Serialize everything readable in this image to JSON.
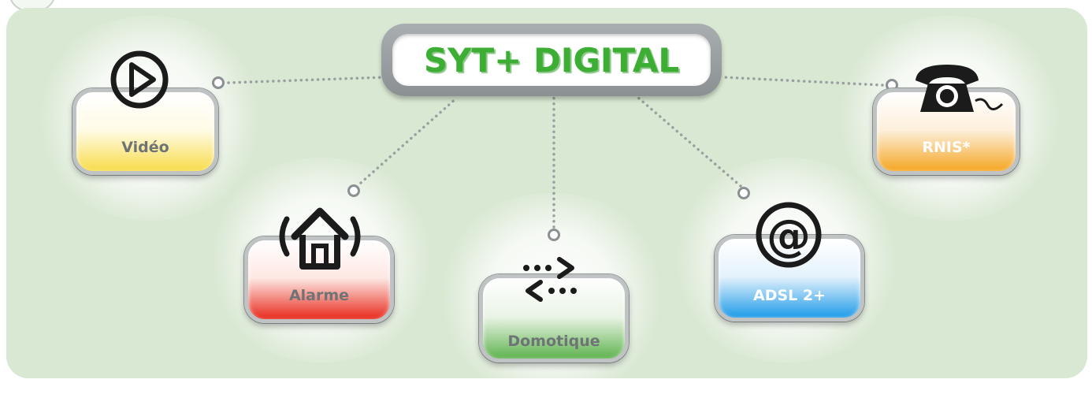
{
  "hub": {
    "title": "SYT+ DIGITAL"
  },
  "nodes": [
    {
      "id": "video",
      "label": "Vidéo",
      "icon": "play-icon",
      "accent": "#f7dc4a"
    },
    {
      "id": "alarme",
      "label": "Alarme",
      "icon": "house-alarm-icon",
      "accent": "#e8291b"
    },
    {
      "id": "domotique",
      "label": "Domotique",
      "icon": "arrows-exchange-icon",
      "accent": "#5fb34f"
    },
    {
      "id": "adsl",
      "label": "ADSL 2+",
      "icon": "at-sign-icon",
      "accent": "#1e9be8"
    },
    {
      "id": "rnis",
      "label": "RNIS*",
      "icon": "telephone-icon",
      "accent": "#f5a623"
    }
  ],
  "colors": {
    "panel": "#d9e8d3",
    "hub_text": "#3dae34",
    "connector": "#9aa0a0"
  }
}
